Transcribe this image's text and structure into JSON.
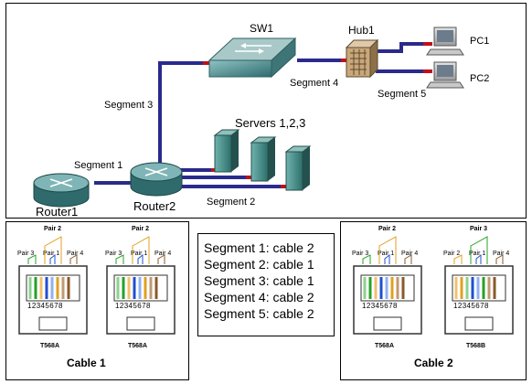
{
  "topology": {
    "devices": {
      "sw1": "SW1",
      "hub1": "Hub1",
      "pc1": "PC1",
      "pc2": "PC2",
      "router1": "Router1",
      "router2": "Router2",
      "servers": "Servers 1,2,3"
    },
    "segments": {
      "s1": "Segment 1",
      "s2": "Segment 2",
      "s3": "Segment 3",
      "s4": "Segment 4",
      "s5": "Segment 5"
    }
  },
  "legend": {
    "lines": [
      "Segment 1: cable  2",
      "Segment 2: cable  1",
      "Segment 3: cable  1",
      "Segment 4: cable  2",
      "Segment 5: cable  2"
    ]
  },
  "cable1": {
    "caption": "Cable 1",
    "jacks": [
      {
        "pair_top": "Pair 2",
        "pairs_side": [
          "Pair 3",
          "Pair 1",
          "Pair 4"
        ],
        "pins": "12345678",
        "standard": "T568A"
      },
      {
        "pair_top": "Pair 2",
        "pairs_side": [
          "Pair 3",
          "Pair 1",
          "Pair 4"
        ],
        "pins": "12345678",
        "standard": "T568A"
      }
    ]
  },
  "cable2": {
    "caption": "Cable 2",
    "jacks": [
      {
        "pair_top": "Pair 2",
        "pairs_side": [
          "Pair 3",
          "Pair 1",
          "Pair 4"
        ],
        "pins": "12345678",
        "standard": "T568A"
      },
      {
        "pair_top": "Pair 3",
        "pairs_side": [
          "Pair 2",
          "Pair 1",
          "Pair 4"
        ],
        "pins": "12345678",
        "standard": "T568B"
      }
    ]
  },
  "colors": {
    "cable_blue": "#2a2a8c",
    "cable_red": "#c0101a",
    "device_teal": "#4f8a8c",
    "server_teal": "#3f8a86"
  }
}
